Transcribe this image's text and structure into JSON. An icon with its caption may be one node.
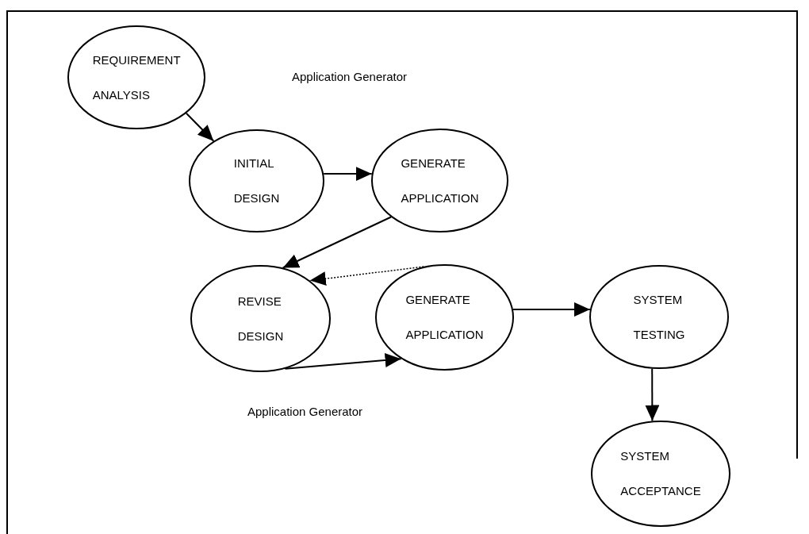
{
  "diagram": {
    "nodes": [
      {
        "text": [
          "REQUIREMENT ANALYSIS"
        ]
      },
      {
        "text": [
          "INITIAL DESIGN"
        ]
      },
      {
        "text": [
          "GENERATE APPLICATION"
        ]
      },
      {
        "text": [
          "REVISE DESIGN"
        ]
      },
      {
        "text": [
          "GENERATE APPLICATION"
        ]
      },
      {
        "text": [
          "SYSTEM TESTING"
        ]
      },
      {
        "text": [
          "SYSTEM ACCEPTANCE"
        ]
      }
    ],
    "edges": [
      {
        "from": 0,
        "to": 1,
        "arrow": "to"
      },
      {
        "from": 1,
        "to": 2,
        "arrow": "to"
      },
      {
        "from": 2,
        "to": 3,
        "arrow": "to"
      },
      {
        "from": 4,
        "to": 3,
        "arrow": "to",
        "style": "dashed"
      },
      {
        "from": 3,
        "to": 4,
        "arrow": "to"
      },
      {
        "from": 4,
        "to": 5,
        "arrow": "to"
      },
      {
        "from": 5,
        "to": 6,
        "arrow": "to"
      }
    ],
    "labels": [
      "Application Generator",
      "Application Generator"
    ]
  }
}
